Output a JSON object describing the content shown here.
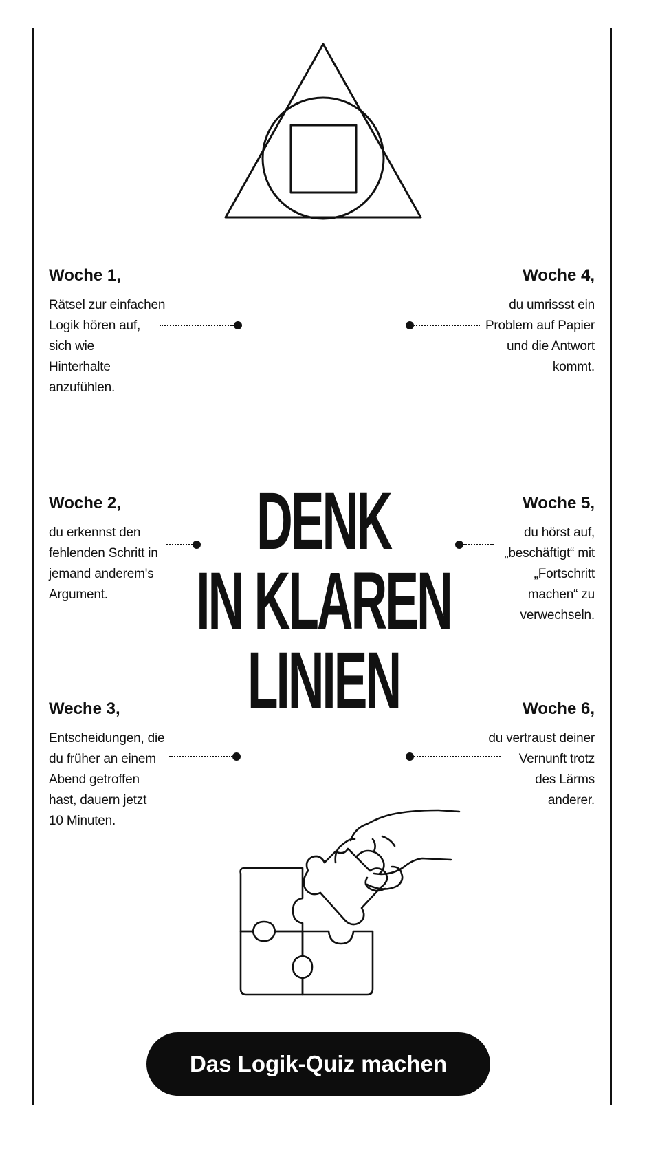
{
  "headline": {
    "line1": "DENK",
    "line2": "IN KLAREN LINIEN"
  },
  "weeks": [
    {
      "title": "Woche 1,",
      "text": [
        "Rätsel zur einfachen",
        "Logik hören auf,",
        "sich wie",
        "Hinterhalte",
        "anzufühlen."
      ]
    },
    {
      "title": "Woche 2,",
      "text": [
        "du erkennst den",
        "fehlenden Schritt in",
        "jemand anderem's",
        "Argument."
      ]
    },
    {
      "title": "Weche 3,",
      "text": [
        "Entscheidungen, die",
        "du früher an einem",
        "Abend getroffen",
        "hast, dauern jetzt",
        "10 Minuten."
      ]
    },
    {
      "title": "Woche 4,",
      "text": [
        "du umrissst ein",
        "Problem auf Papier",
        "und die Antwort",
        "kommt."
      ]
    },
    {
      "title": "Woche 5,",
      "text": [
        "du hörst auf,",
        "„beschäftigt“ mit",
        "„Fortschritt",
        "machen“ zu",
        "verwechseln."
      ]
    },
    {
      "title": "Woche 6,",
      "text": [
        "du vertraust deiner",
        "Vernunft trotz",
        "des Lärms",
        "anderer."
      ]
    }
  ],
  "cta": {
    "label": "Das Logik-Quiz machen"
  },
  "icons": {
    "top": "triangle-circle-square-icon",
    "bottom": "puzzle-hand-icon"
  }
}
